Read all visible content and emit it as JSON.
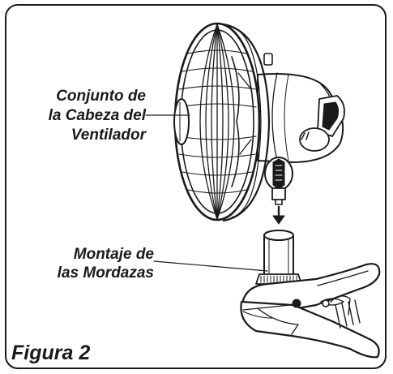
{
  "labels": {
    "fan_head": [
      "Conjunto de",
      "la Cabeza del",
      "Ventilador"
    ],
    "clamp": [
      "Montaje de",
      "las Mordazas"
    ]
  },
  "caption": "Figura 2",
  "colors": {
    "ink": "#1a1a1a",
    "background": "#ffffff"
  },
  "icons": {
    "assembly_direction": "arrow-down-icon"
  }
}
